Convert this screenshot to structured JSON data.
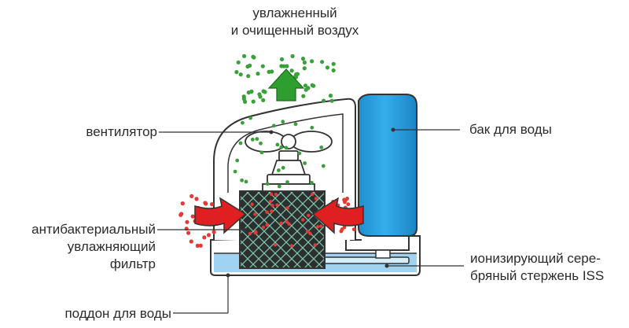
{
  "diagram": {
    "top_label": [
      "увлажненный",
      "и очищенный воздух"
    ],
    "fan_label": "вентилятор",
    "tank_label": "бак для воды",
    "filter_label": [
      "антибактериальный",
      "увлажняющий",
      "фильтр"
    ],
    "rod_label": [
      "ионизирующий сере-",
      "бряный стержень ISS"
    ],
    "tray_label": "поддон для воды",
    "colors": {
      "tank_blue": "#2aa3df",
      "outline": "#333333",
      "water": "#9fd3f1",
      "clean_air": "#3aa03a",
      "dirty_air": "#e53935",
      "arrow_red": "#e02020",
      "arrow_green": "#2e9e2e",
      "filter_dark": "#2b2f30",
      "filter_mesh": "#7dc3a5"
    }
  }
}
